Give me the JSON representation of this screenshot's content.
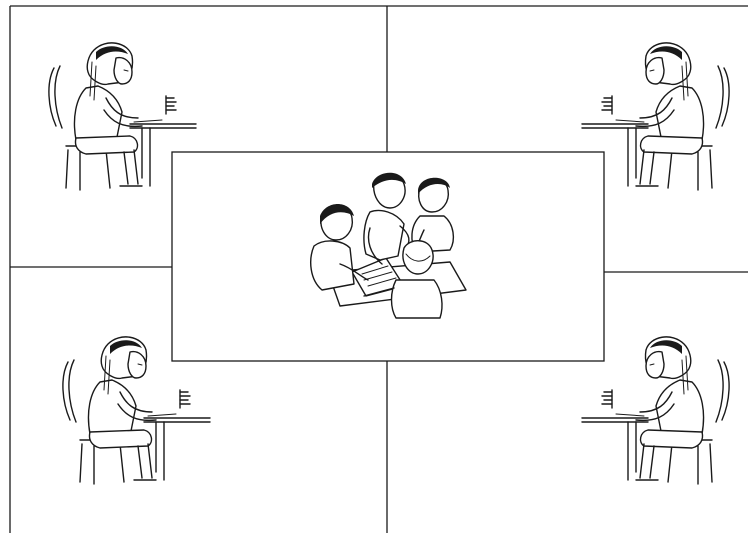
{
  "diagram": {
    "background_color": "#ffffff",
    "line_color": "#1a1a1a",
    "layout": "four-quadrant-placemat",
    "center": {
      "illustration": "group-of-students-collaborating-icon"
    },
    "quadrants": [
      {
        "position": "top-left",
        "illustration": "student-writing-at-desk-icon",
        "facing": "right"
      },
      {
        "position": "top-right",
        "illustration": "student-writing-at-desk-icon",
        "facing": "left"
      },
      {
        "position": "bottom-left",
        "illustration": "student-writing-at-desk-icon",
        "facing": "right"
      },
      {
        "position": "bottom-right",
        "illustration": "student-writing-at-desk-icon",
        "facing": "left"
      }
    ]
  }
}
